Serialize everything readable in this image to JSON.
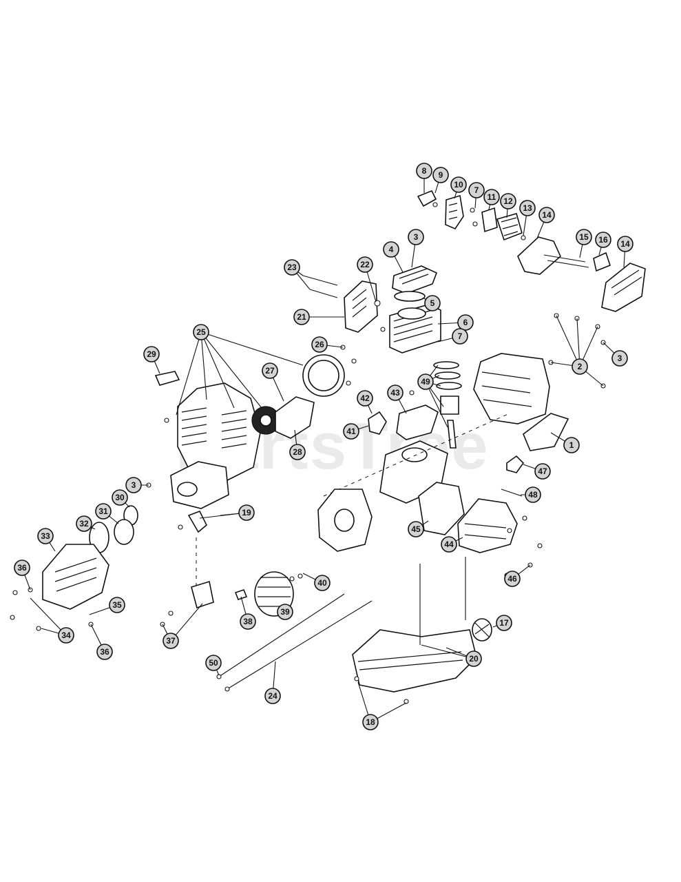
{
  "watermark": {
    "text": "PartsTree"
  },
  "callouts": [
    {
      "id": "1",
      "label": "1"
    },
    {
      "id": "2",
      "label": "2"
    },
    {
      "id": "3a",
      "label": "3"
    },
    {
      "id": "3b",
      "label": "3"
    },
    {
      "id": "3c",
      "label": "3"
    },
    {
      "id": "4",
      "label": "4"
    },
    {
      "id": "5",
      "label": "5"
    },
    {
      "id": "6",
      "label": "6"
    },
    {
      "id": "7a",
      "label": "7"
    },
    {
      "id": "7b",
      "label": "7"
    },
    {
      "id": "8",
      "label": "8"
    },
    {
      "id": "9",
      "label": "9"
    },
    {
      "id": "10",
      "label": "10"
    },
    {
      "id": "11",
      "label": "11"
    },
    {
      "id": "12",
      "label": "12"
    },
    {
      "id": "13",
      "label": "13"
    },
    {
      "id": "14a",
      "label": "14"
    },
    {
      "id": "14b",
      "label": "14"
    },
    {
      "id": "15",
      "label": "15"
    },
    {
      "id": "16",
      "label": "16"
    },
    {
      "id": "17",
      "label": "17"
    },
    {
      "id": "18",
      "label": "18"
    },
    {
      "id": "19",
      "label": "19"
    },
    {
      "id": "20",
      "label": "20"
    },
    {
      "id": "21",
      "label": "21"
    },
    {
      "id": "22",
      "label": "22"
    },
    {
      "id": "23",
      "label": "23"
    },
    {
      "id": "24",
      "label": "24"
    },
    {
      "id": "25",
      "label": "25"
    },
    {
      "id": "26",
      "label": "26"
    },
    {
      "id": "27",
      "label": "27"
    },
    {
      "id": "28",
      "label": "28"
    },
    {
      "id": "29",
      "label": "29"
    },
    {
      "id": "30",
      "label": "30"
    },
    {
      "id": "31",
      "label": "31"
    },
    {
      "id": "32",
      "label": "32"
    },
    {
      "id": "33",
      "label": "33"
    },
    {
      "id": "34",
      "label": "34"
    },
    {
      "id": "35",
      "label": "35"
    },
    {
      "id": "36a",
      "label": "36"
    },
    {
      "id": "36b",
      "label": "36"
    },
    {
      "id": "37",
      "label": "37"
    },
    {
      "id": "38",
      "label": "38"
    },
    {
      "id": "39",
      "label": "39"
    },
    {
      "id": "40",
      "label": "40"
    },
    {
      "id": "41",
      "label": "41"
    },
    {
      "id": "42",
      "label": "42"
    },
    {
      "id": "43",
      "label": "43"
    },
    {
      "id": "44",
      "label": "44"
    },
    {
      "id": "45",
      "label": "45"
    },
    {
      "id": "46",
      "label": "46"
    },
    {
      "id": "47",
      "label": "47"
    },
    {
      "id": "48",
      "label": "48"
    },
    {
      "id": "49",
      "label": "49"
    },
    {
      "id": "50",
      "label": "50"
    }
  ]
}
